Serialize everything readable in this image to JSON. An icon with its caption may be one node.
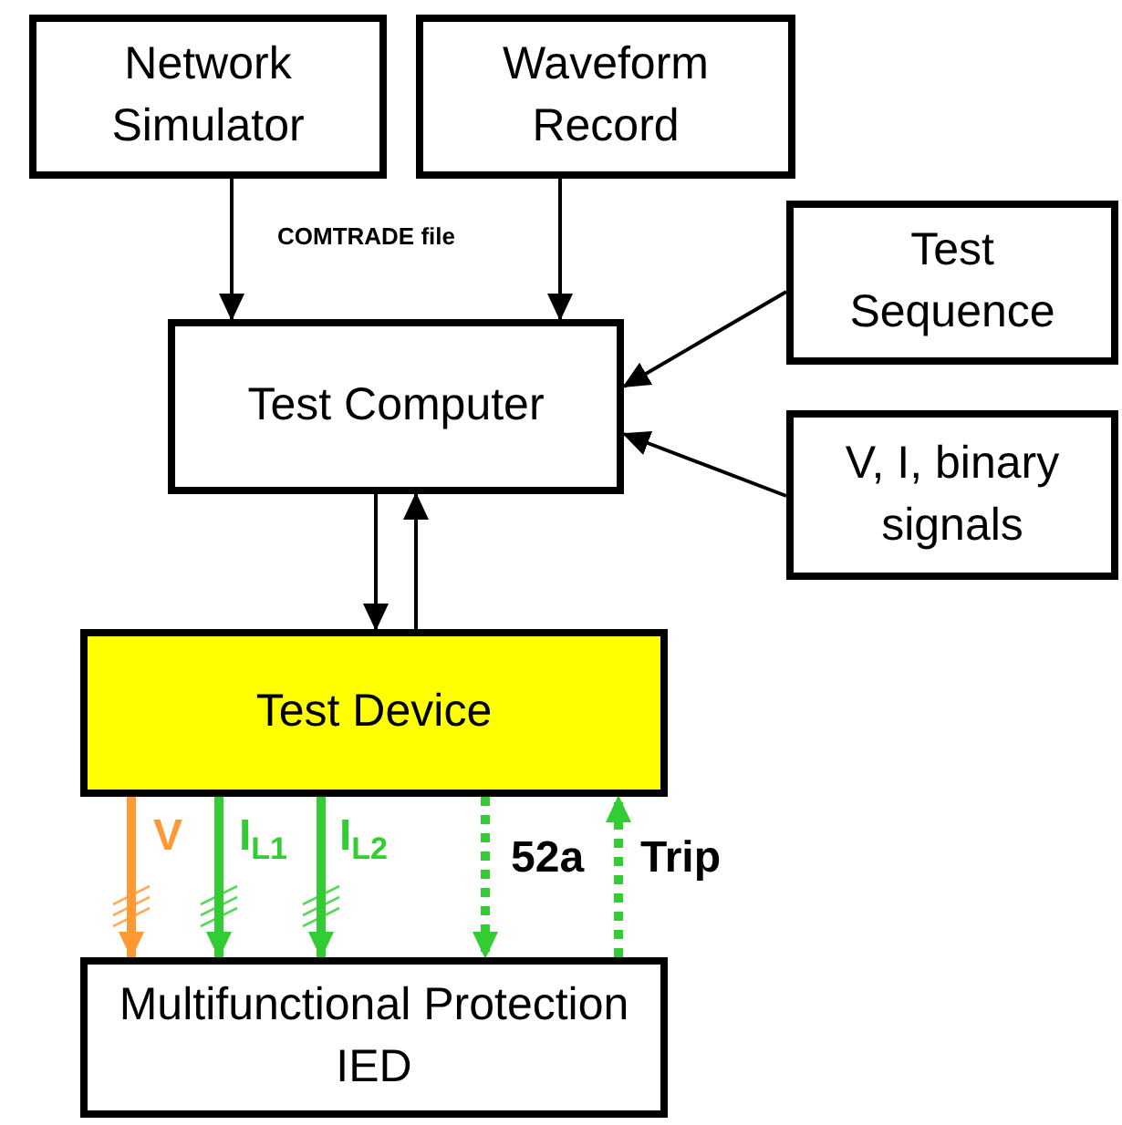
{
  "diagram": {
    "nodes": [
      {
        "text": [
          "Network Simulator"
        ]
      },
      {
        "text": [
          "Waveform Record"
        ]
      },
      {
        "text": [
          "Test Sequence"
        ]
      },
      {
        "text": [
          "V, I, binary signals"
        ]
      },
      {
        "text": [
          "Test Computer"
        ]
      },
      {
        "text": [
          "Test Device"
        ]
      },
      {
        "text": [
          "Multifunctional Protection IED"
        ]
      }
    ],
    "edges": [
      {
        "from": 0,
        "to": 4,
        "arrow": "to"
      },
      {
        "from": 1,
        "to": 4,
        "arrow": "to"
      },
      {
        "from": 2,
        "to": 4,
        "arrow": "to"
      },
      {
        "from": 3,
        "to": 4,
        "arrow": "to"
      },
      {
        "from": 4,
        "to": 5,
        "arrow": "to"
      },
      {
        "from": 5,
        "to": 4,
        "arrow": "to"
      },
      {
        "from": 5,
        "to": 6,
        "arrow": "to",
        "label": "V",
        "style": "thick",
        "color": "#ff9933"
      },
      {
        "from": 5,
        "to": 6,
        "arrow": "to",
        "label": "I$_{L1}$",
        "style": "thick",
        "color": "#33cc33"
      },
      {
        "from": 5,
        "to": 6,
        "arrow": "to",
        "label": "I$_{L2}$",
        "style": "thick",
        "color": "#33cc33"
      },
      {
        "from": 5,
        "to": 6,
        "arrow": "to",
        "label": "52a",
        "style": "dashed",
        "color": "#33cc33"
      },
      {
        "from": 6,
        "to": 5,
        "arrow": "to",
        "label": "Trip",
        "style": "dashed",
        "color": "#33cc33"
      }
    ],
    "labels": [
      "COMTRADE file"
    ]
  }
}
